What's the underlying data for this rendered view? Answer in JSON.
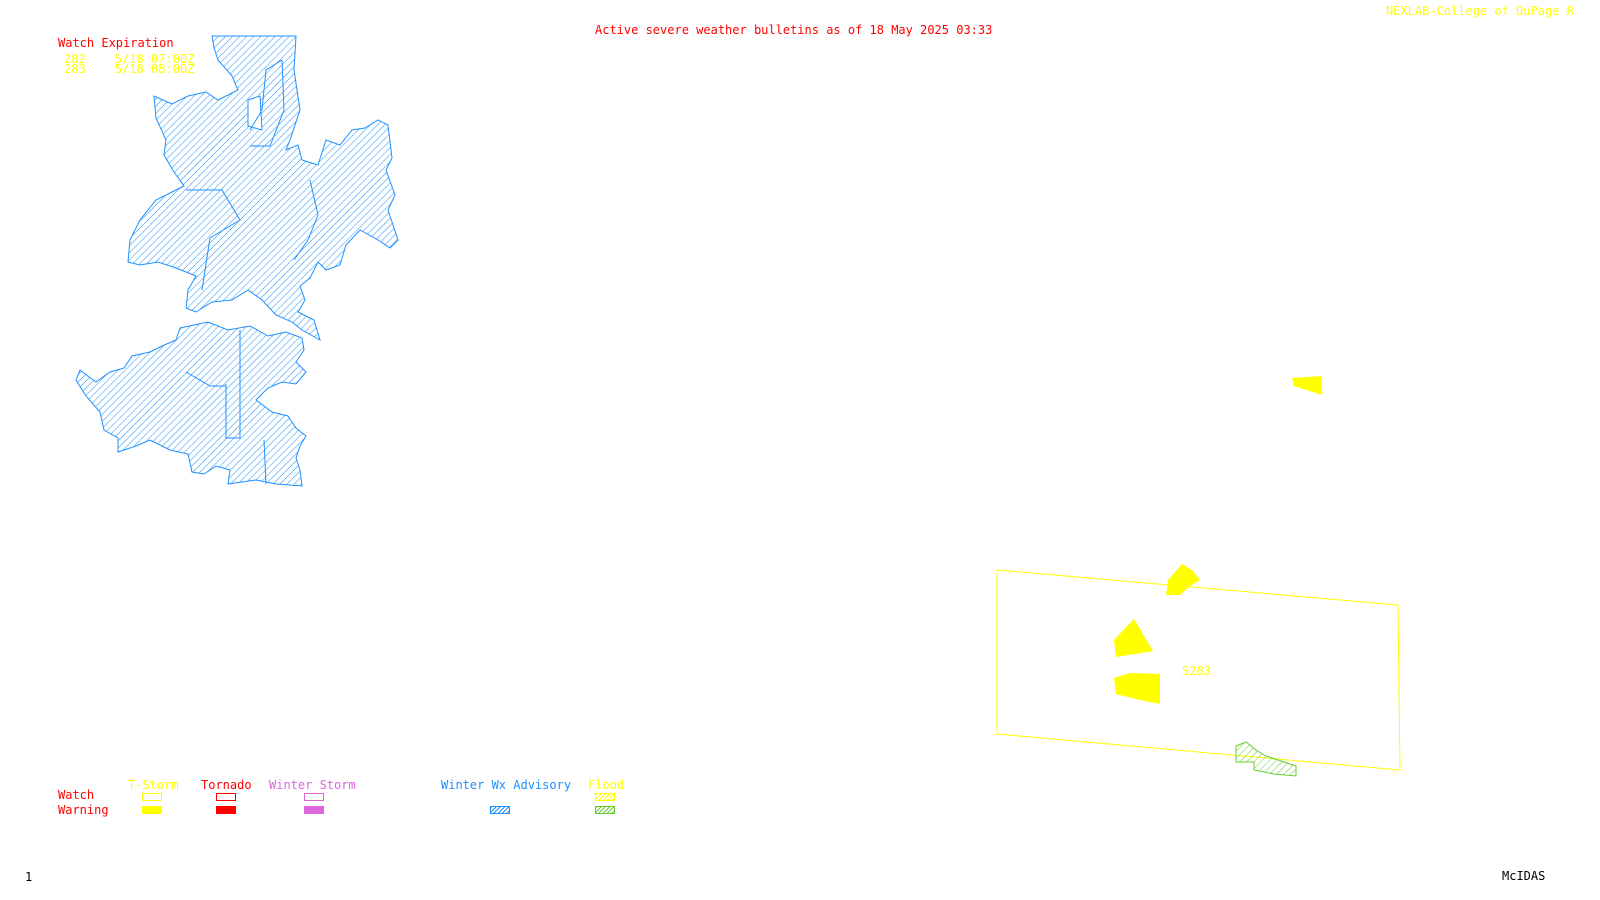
{
  "header": {
    "title": "Active severe weather bulletins as of 18 May 2025 03:33",
    "credit": "NEXLAB-College of DuPage R"
  },
  "watch_expiration": {
    "heading": "Watch Expiration",
    "rows": [
      {
        "id": "282",
        "expires": "5/18 07:00Z"
      },
      {
        "id": "283",
        "expires": "5/18 08:00Z"
      }
    ]
  },
  "map": {
    "watch_box_label": "S283"
  },
  "legend": {
    "row_labels": {
      "watch": "Watch",
      "warning": "Warning"
    },
    "categories": [
      {
        "label": "T-Storm",
        "color": "#ffff00"
      },
      {
        "label": "Tornado",
        "color": "#ff0000"
      },
      {
        "label": "Winter Storm",
        "color": "#dd66dd"
      },
      {
        "label": "Winter Wx Advisory",
        "color": "#1e90ff"
      },
      {
        "label": "Flood",
        "color": "#ffff00"
      }
    ],
    "flood_warning_color": "#66cc33"
  },
  "footer": {
    "frame_number": "1",
    "software": "McIDAS"
  },
  "colors": {
    "background": "#ffffff",
    "title": "#ff0000",
    "credit": "#ffff00",
    "winter_advisory": "#1e90ff",
    "tstorm_warning": "#ffff00",
    "flood_warning": "#66cc33"
  }
}
